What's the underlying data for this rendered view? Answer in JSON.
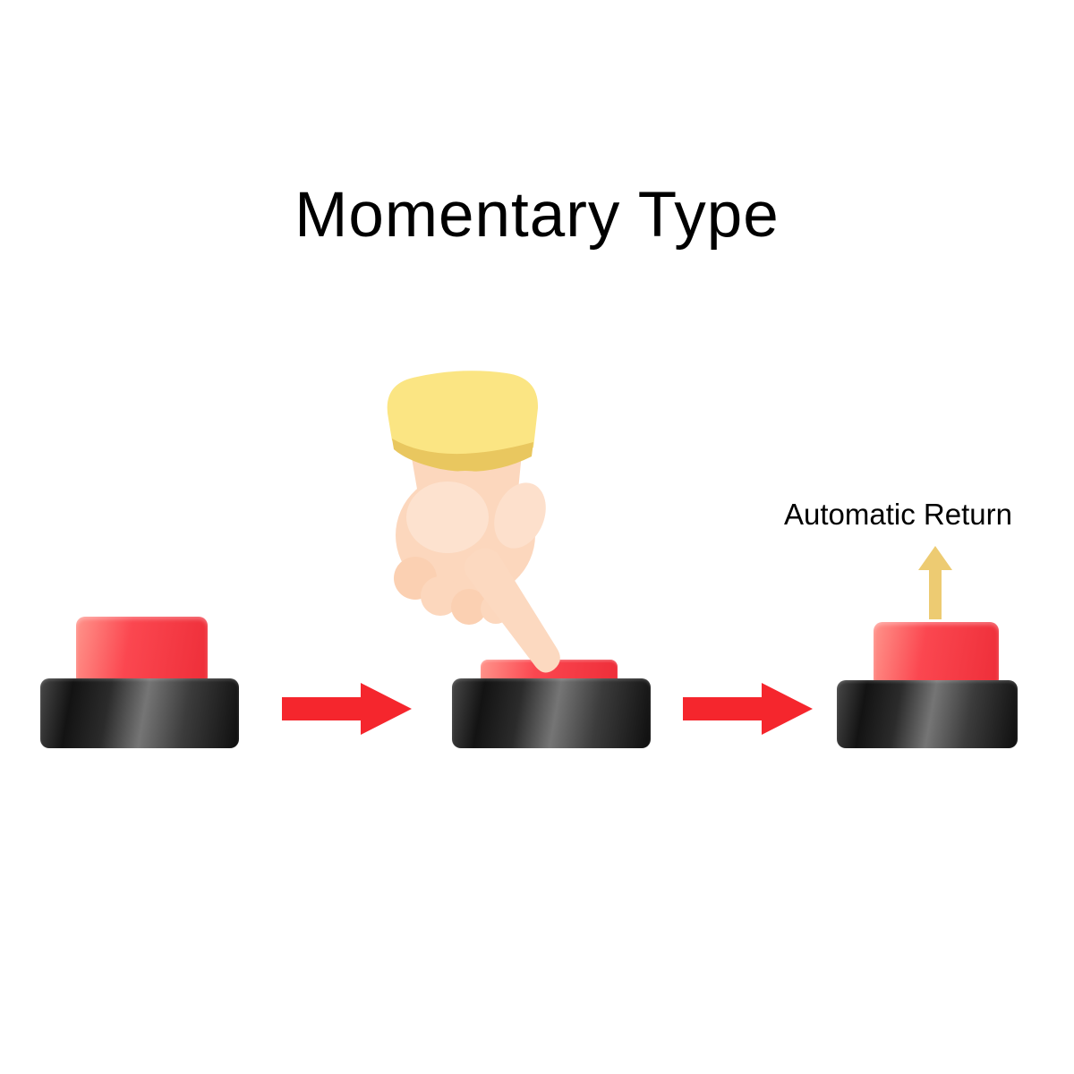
{
  "title": "Momentary Type",
  "annotation": {
    "automatic_return_label": "Automatic Return"
  },
  "stages": [
    {
      "name": "button-released"
    },
    {
      "name": "button-pressed-by-hand"
    },
    {
      "name": "button-auto-returned"
    }
  ],
  "colors": {
    "cap_red": "#f8353e",
    "base_black": "#1c1c1c",
    "arrow_red": "#f5262d",
    "return_arrow_yellow": "#edcb72",
    "hand_skin": "#fcd7bd",
    "hand_skin_shadow": "#fbd0b2",
    "sleeve_yellow": "#fbe583",
    "sleeve_fold_yellow": "#e9c75f",
    "text_black": "#000000"
  }
}
